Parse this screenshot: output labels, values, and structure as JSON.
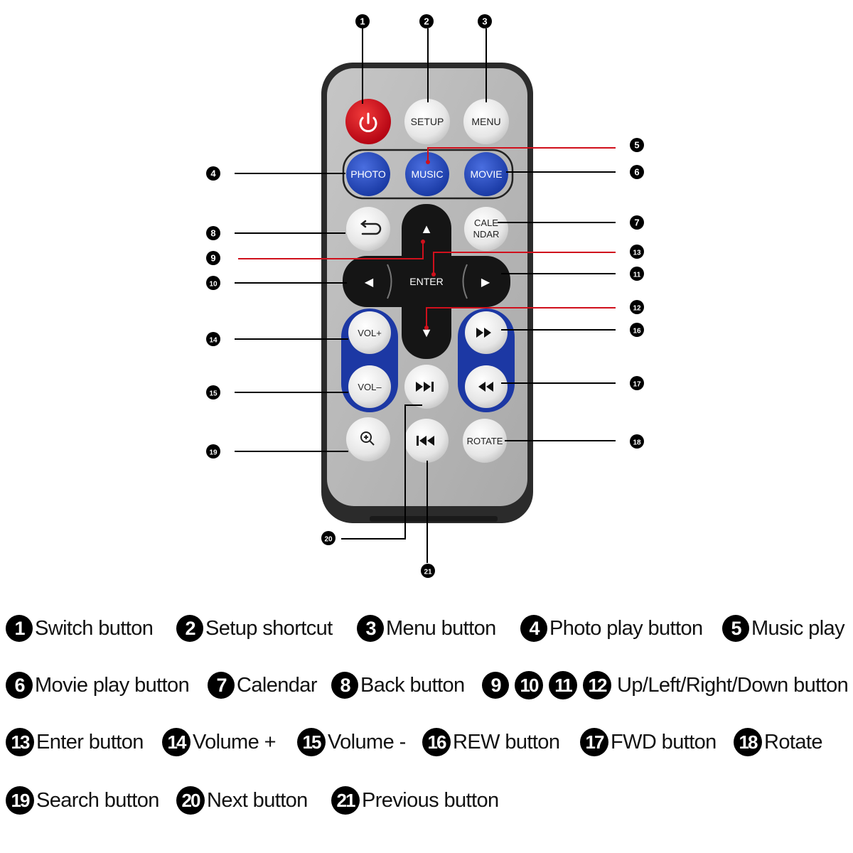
{
  "remote": {
    "buttons": {
      "power": "power-icon",
      "setup": "SETUP",
      "menu": "MENU",
      "photo": "PHOTO",
      "music": "MUSIC",
      "movie": "MOVIE",
      "back": "back-arrow-icon",
      "calendar_line1": "CALE",
      "calendar_line2": "NDAR",
      "up": "▲",
      "left": "◀",
      "enter": "ENTER",
      "right": "▶",
      "down": "▼",
      "vol_plus": "VOL+",
      "vol_minus": "VOL–",
      "next": "next-track-icon",
      "fwd": "fast-forward-icon",
      "rew": "rewind-icon",
      "search": "zoom-in-icon",
      "prev": "previous-track-icon",
      "rotate": "ROTATE"
    },
    "colors": {
      "body": "#2b2b2b",
      "panel": "#b4b4b4",
      "power": "#d0101c",
      "blue": "#1a3aa0",
      "black": "#111111",
      "callout_red": "#d0101c"
    }
  },
  "callouts": [
    "1",
    "2",
    "3",
    "4",
    "5",
    "6",
    "7",
    "8",
    "9",
    "10",
    "11",
    "12",
    "13",
    "14",
    "15",
    "16",
    "17",
    "18",
    "19",
    "20",
    "21"
  ],
  "legend": {
    "rows": [
      [
        {
          "nums": [
            "1"
          ],
          "text": "Switch button"
        },
        {
          "nums": [
            "2"
          ],
          "text": "Setup shortcut"
        },
        {
          "nums": [
            "3"
          ],
          "text": "Menu button"
        },
        {
          "nums": [
            "4"
          ],
          "text": "Photo play button"
        },
        {
          "nums": [
            "5"
          ],
          "text": "Music play"
        }
      ],
      [
        {
          "nums": [
            "6"
          ],
          "text": "Movie play button"
        },
        {
          "nums": [
            "7"
          ],
          "text": "Calendar"
        },
        {
          "nums": [
            "8"
          ],
          "text": "Back button"
        },
        {
          "nums": [
            "9",
            "10",
            "11",
            "12"
          ],
          "text": "Up/Left/Right/Down button"
        }
      ],
      [
        {
          "nums": [
            "13"
          ],
          "text": "Enter button"
        },
        {
          "nums": [
            "14"
          ],
          "text": "Volume +"
        },
        {
          "nums": [
            "15"
          ],
          "text": "Volume -"
        },
        {
          "nums": [
            "16"
          ],
          "text": "REW button"
        },
        {
          "nums": [
            "17"
          ],
          "text": "FWD button"
        },
        {
          "nums": [
            "18"
          ],
          "text": "Rotate"
        }
      ],
      [
        {
          "nums": [
            "19"
          ],
          "text": "Search button"
        },
        {
          "nums": [
            "20"
          ],
          "text": "Next button"
        },
        {
          "nums": [
            "21"
          ],
          "text": "Previous button"
        }
      ]
    ]
  }
}
